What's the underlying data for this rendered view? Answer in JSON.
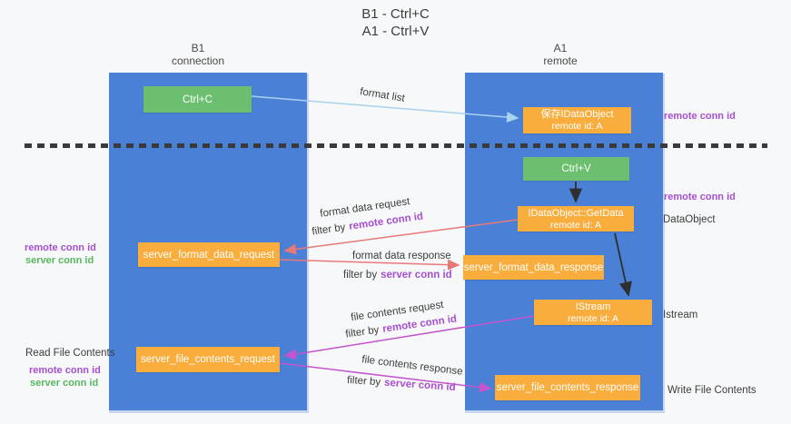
{
  "title": {
    "line1": "B1 - Ctrl+C",
    "line2": "A1 - Ctrl+V"
  },
  "lanes": {
    "b1": {
      "name": "B1",
      "subtitle": "connection"
    },
    "a1": {
      "name": "A1",
      "subtitle": "remote"
    }
  },
  "boxes": {
    "ctrl_c": {
      "label": "Ctrl+C"
    },
    "save_idataobject": {
      "line1": "保存IDataObject",
      "line2": "remote id: A"
    },
    "ctrl_v": {
      "label": "Ctrl+V"
    },
    "getdata": {
      "line1": "IDataObject::GetData",
      "line2": "remote id: A"
    },
    "server_format_data_request": {
      "label": "server_format_data_request"
    },
    "server_format_data_response": {
      "label": "server_format_data_response"
    },
    "istream": {
      "line1": "IStream",
      "line2": "remote id: A"
    },
    "server_file_contents_request": {
      "label": "server_file_contents_request"
    },
    "server_file_contents_response": {
      "label": "server_file_contents_response"
    }
  },
  "flow_labels": {
    "format_list": "format list",
    "format_data_request": "format data request",
    "format_data_response": "format data response",
    "file_contents_request": "file contents request",
    "file_contents_response": "file contents response",
    "filter_by": "filter by",
    "remote_conn_id": "remote conn id",
    "server_conn_id": "server conn id"
  },
  "side_labels": {
    "remote_conn_id_top_right": "remote conn id",
    "remote_conn_id_mid_right": "remote conn id",
    "dataobject": "DataObject",
    "istream": "Istream",
    "write_file_contents": "Write File Contents",
    "read_file_contents": "Read File Contents",
    "remote_conn_id_left_mid": "remote conn id",
    "server_conn_id_left_mid": "server conn id",
    "remote_conn_id_left_bottom": "remote conn id",
    "server_conn_id_left_bottom": "server conn id"
  },
  "colors": {
    "lane_blue": "#4a80d6",
    "box_orange": "#f9ad3d",
    "box_green": "#6cbf6e",
    "purple_text": "#a64fd1",
    "green_text": "#57b75f",
    "magenta_arrow": "#c455ce",
    "red_arrow": "#e87878",
    "light_blue_arrow": "#a9d2ef",
    "black_arrow": "#2f2f2f"
  }
}
